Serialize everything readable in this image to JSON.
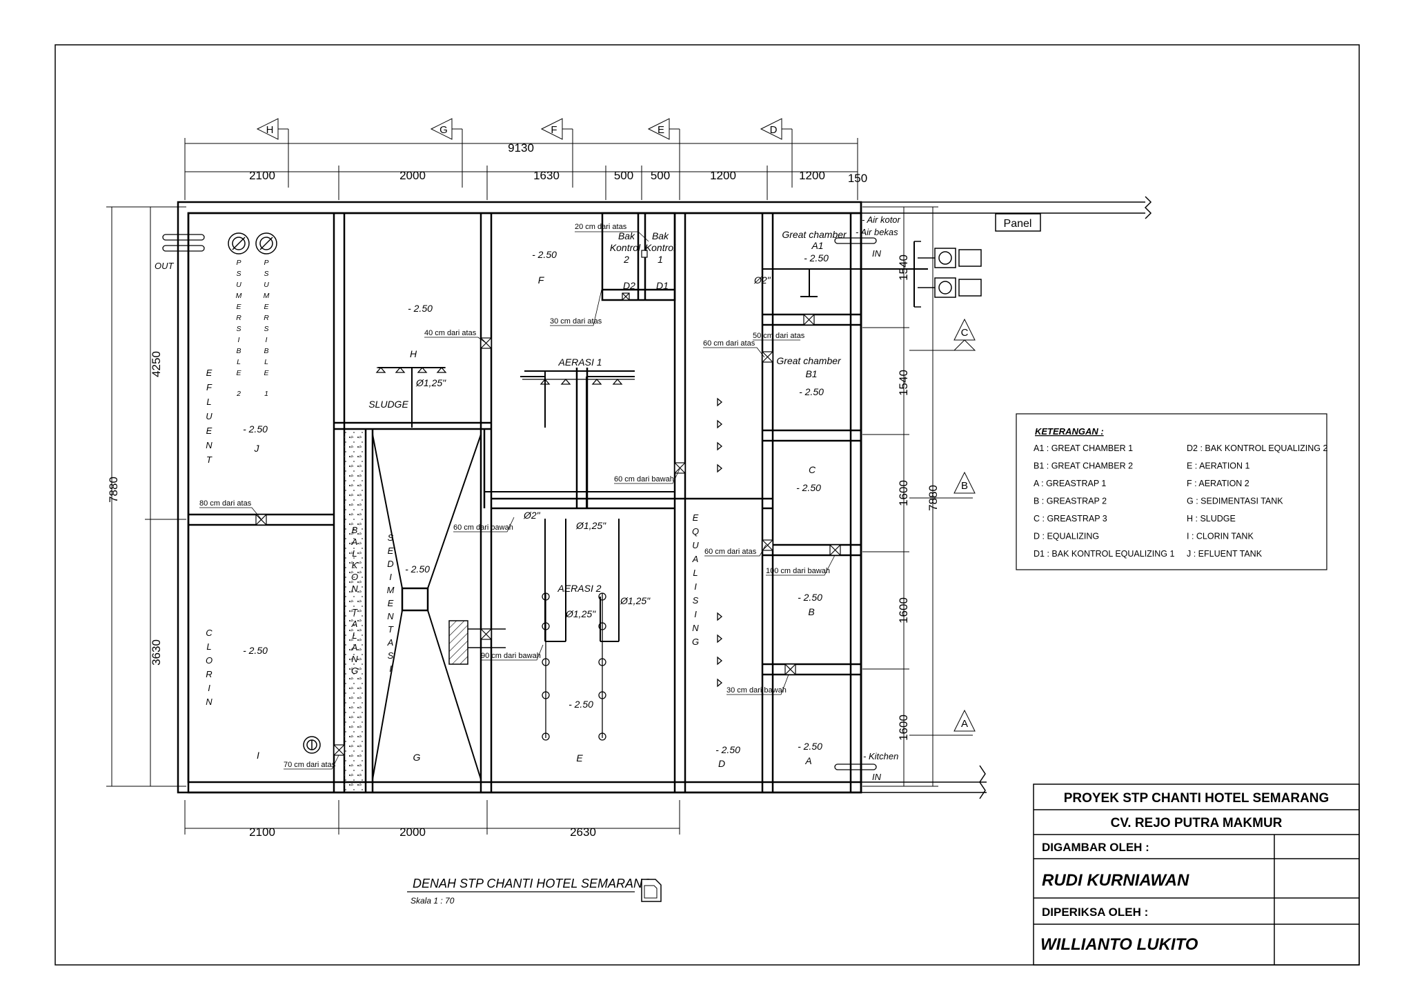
{
  "drawing": {
    "title": "DENAH STP CHANTI HOTEL SEMARANG",
    "scale": "Skala 1 : 70"
  },
  "section_markers": [
    "H",
    "G",
    "F",
    "E",
    "D",
    "C",
    "B",
    "A"
  ],
  "dimensions": {
    "top_total": "9130",
    "top": [
      "2100",
      "2000",
      "1630",
      "500",
      "500",
      "1200",
      "1200",
      "150"
    ],
    "bottom": [
      "2100",
      "2000",
      "2630"
    ],
    "left": [
      "4250",
      "3630"
    ],
    "left_total": "7880",
    "right": [
      "1540",
      "1540",
      "1600",
      "1600",
      "1600"
    ],
    "right_total": "7880"
  },
  "rooms": {
    "effluent_vertical": "EFLUENT",
    "effluent_code": "J",
    "effluent_level": "- 2.50",
    "clorin_vertical": "CLORIN",
    "clorin_code": "I",
    "clorin_level": "- 2.50",
    "sludge_label": "SLUDGE",
    "sludge_code": "H",
    "sludge_level": "- 2.50",
    "sediment_vertical": "SEDIMENTASI",
    "sediment_code": "G",
    "sediment_level": "- 2.50",
    "balkon_vertical": "BALKON TALANG",
    "aeration1_code": "F",
    "aeration1_level": "- 2.50",
    "aeration1_label": "AERASI 1",
    "aeration2_code": "E",
    "aeration2_level": "- 2.50",
    "aeration2_label": "AERASI 2",
    "equalizing_vertical": "EQUALISING",
    "equalizing_code": "D",
    "equalizing_level": "- 2.50",
    "great_a1_name": "Great chamber",
    "great_a1_code": "A1",
    "great_a1_level": "- 2.50",
    "great_b1_name": "Great chamber",
    "great_b1_code": "B1",
    "great_b1_level": "- 2.50",
    "c_code": "C",
    "c_level": "- 2.50",
    "b_code": "B",
    "b_level": "- 2.50",
    "a_code": "A",
    "a_level": "- 2.50",
    "bak_kontrol2": [
      "Bak",
      "Kontrol",
      "2"
    ],
    "bak_kontrol1": [
      "Bak",
      "Kontrol",
      "1"
    ],
    "d2": "D2",
    "d1": "D1",
    "pump2": [
      "P",
      "S",
      "U",
      "M",
      "E",
      "R",
      "S",
      "I",
      "B",
      "L",
      "E",
      "2"
    ],
    "pump1": [
      "P",
      "S",
      "U",
      "M",
      "E",
      "R",
      "S",
      "I",
      "B",
      "L",
      "E",
      "1"
    ]
  },
  "notes": {
    "n80": "80 cm dari atas",
    "n70": "70 cm dari atas",
    "n40": "40 cm dari atas",
    "n20": "20 cm dari atas",
    "n30a": "30 cm dari atas",
    "n60bawah_a": "60 cm dari bawah",
    "n60bawah_b": "60 cm dari bawah",
    "n90bawah": "90 cm dari bawah",
    "n60atas_a": "60 cm dari atas",
    "n50atas": "50 cm dari atas",
    "n60atas_b": "60 cm dari atas",
    "n100bawah": "100 cm dari bawah",
    "n30bawah": "30 cm dari bawah"
  },
  "pipes": {
    "d2a": "Ø2\"",
    "d2b": "Ø2\"",
    "d125a": "Ø1,25\"",
    "d125b": "Ø1,25\"",
    "d125c": "Ø1,25\"",
    "d125d": "Ø1,25\""
  },
  "io": {
    "out": "OUT",
    "air_kotor": "- Air kotor",
    "air_bekas": "- Air bekas",
    "in_top": "IN",
    "kitchen": "- Kitchen",
    "in_bottom": "IN",
    "panel": "Panel"
  },
  "legend": {
    "title": "KETERANGAN :",
    "left": [
      "A1 : GREAT CHAMBER 1",
      "B1 : GREAT CHAMBER 2",
      "A : GREASTRAP 1",
      "B : GREASTRAP 2",
      "C : GREASTRAP 3",
      "D : EQUALIZING",
      "D1 : BAK KONTROL EQUALIZING 1"
    ],
    "right": [
      "D2 : BAK KONTROL EQUALIZING 2",
      "E : AERATION 1",
      "F : AERATION 2",
      "G : SEDIMENTASI TANK",
      "H : SLUDGE",
      "I : CLORIN TANK",
      "J : EFLUENT TANK"
    ]
  },
  "title_block": {
    "project": "PROYEK STP CHANTI HOTEL SEMARANG",
    "company": "CV. REJO PUTRA MAKMUR",
    "drawn_label": "DIGAMBAR OLEH :",
    "drawn_name": "RUDI KURNIAWAN",
    "checked_label": "DIPERIKSA OLEH :",
    "checked_name": "WILLIANTO LUKITO"
  }
}
